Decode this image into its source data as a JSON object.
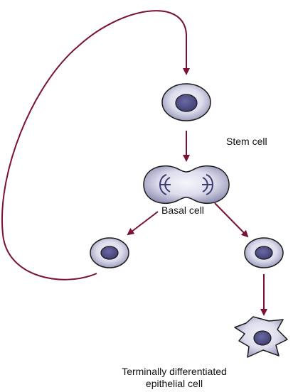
{
  "diagram": {
    "labels": {
      "stem_cell": "Stem cell",
      "basal_cell": "Basal cell",
      "terminal_line1": "Terminally differentiated",
      "terminal_line2": "epithelial cell"
    },
    "colors": {
      "arrow": "#7a1332",
      "cell_fill_light": "#e6e6f2",
      "cell_fill_dark": "#8f8fb3",
      "nucleus": "#4e4e86",
      "outline": "#1a1a1a"
    }
  }
}
